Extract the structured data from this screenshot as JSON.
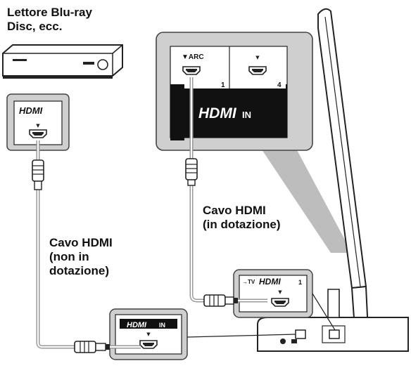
{
  "labels": {
    "player": [
      "Lettore Blu-ray",
      "Disc, ecc."
    ],
    "cable_supplied": [
      "Cavo HDMI",
      "(in dotazione)"
    ],
    "cable_not_supplied": [
      "Cavo HDMI",
      "(non in",
      "dotazione)"
    ]
  },
  "tv_panel": {
    "arc_label": "▼ARC",
    "port_left_number": "1",
    "port_right_number": "4",
    "hdmi_logo": "HDMI",
    "hdmi_in_suffix": "IN"
  },
  "player_port": {
    "hdmi_logo": "HDMI"
  },
  "soundbar_to_tv": {
    "prefix": "→TV",
    "hdmi_logo": "HDMI",
    "number": "1"
  },
  "soundbar_hdmi_in": {
    "hdmi_logo": "HDMI",
    "suffix": "IN"
  },
  "icons": [
    "hdmi-port-icon",
    "hdmi-plug-icon",
    "arrow-down-icon"
  ],
  "colors": {
    "line": "#222222",
    "cable": "#9a9a9a",
    "panel_gray": "#cfcfcf",
    "hdmi_bg": "#111111"
  }
}
